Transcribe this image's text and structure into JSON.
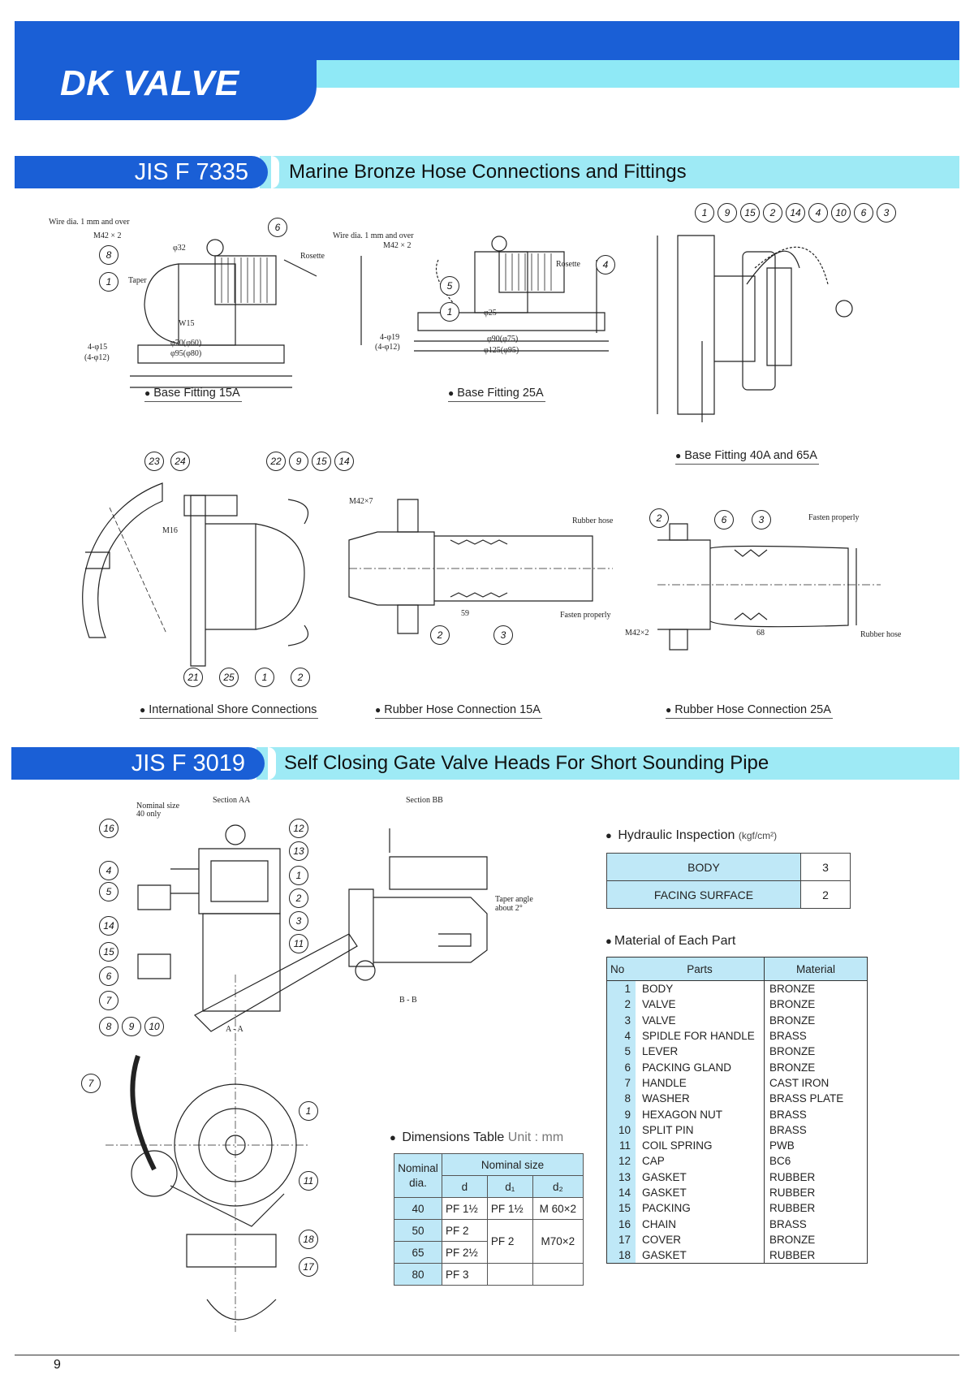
{
  "brand": "DK VALVE",
  "section1": {
    "code": "JIS F 7335",
    "title": "Marine Bronze Hose Connections and Fittings"
  },
  "section2": {
    "code": "JIS F 3019",
    "title": "Self Closing Gate Valve Heads For Short Sounding Pipe"
  },
  "captions": {
    "base15": "Base Fitting 15A",
    "base25": "Base Fitting 25A",
    "base40": "Base Fitting 40A and 65A",
    "shore": "International Shore Connections",
    "hose15": "Rubber Hose Connection 15A",
    "hose25": "Rubber Hose Connection 25A"
  },
  "drawing_notes": {
    "wire1": "Wire dia. 1 mm and over",
    "wire2": "Wire dia. 1 mm and over",
    "m42": "M42 × 2",
    "rosette1": "Rosette",
    "rosette2": "Rosette",
    "phi32": "φ32",
    "taper": "Taper",
    "w15": "W15",
    "d70": "φ70(φ60)",
    "d95": "φ95(φ80)",
    "holes1": "4-φ15",
    "holes1b": "(4-φ12)",
    "d25": "φ25",
    "d90": "φ90(φ75)",
    "d125": "φ125(φ95)",
    "holes2": "4-φ19",
    "holes2b": "(4-φ12)",
    "rubber1": "Rubber hose",
    "fasten1": "Fasten properly",
    "fasten2": "Fasten properly",
    "rubber2": "Rubber hose",
    "m42x7": "M42×7",
    "m42x2": "M42×2",
    "len59": "59",
    "len68": "68",
    "secAA": "Section AA",
    "secBB": "Section BB",
    "nominal40": "Nominal size 40 only",
    "taperAngle": "Taper angle about 2°",
    "bb": "B - B",
    "aa": "A - A"
  },
  "balloons": {
    "b15": [
      "6",
      "8",
      "1"
    ],
    "b25": [
      "4",
      "5",
      "1"
    ],
    "b40": [
      "1",
      "9",
      "15",
      "2",
      "14",
      "4",
      "10",
      "6",
      "3"
    ],
    "shore_top": [
      "23",
      "24",
      "22",
      "9",
      "15",
      "14"
    ],
    "shore_bottom": [
      "21",
      "25",
      "1",
      "2"
    ],
    "hose15": [
      "2",
      "3"
    ],
    "hose25": [
      "2",
      "6",
      "3"
    ],
    "valve_left": [
      "16",
      "4",
      "5",
      "14",
      "15",
      "6",
      "7",
      "8",
      "9",
      "10"
    ],
    "valve_right": [
      "12",
      "13",
      "1",
      "2",
      "3",
      "11"
    ],
    "valve_lower": [
      "7",
      "1",
      "11",
      "18",
      "17"
    ]
  },
  "hydraulic": {
    "heading": "Hydraulic Inspection",
    "unit": "(kgf/cm²)",
    "rows": [
      {
        "label": "BODY",
        "value": "3"
      },
      {
        "label": "FACING SURFACE",
        "value": "2"
      }
    ]
  },
  "materials": {
    "heading": "Material of Each Part",
    "headers": [
      "No",
      "Parts",
      "Material"
    ],
    "rows": [
      [
        "1",
        "BODY",
        "BRONZE"
      ],
      [
        "2",
        "VALVE",
        "BRONZE"
      ],
      [
        "3",
        "VALVE",
        "BRONZE"
      ],
      [
        "4",
        "SPIDLE FOR HANDLE",
        "BRASS"
      ],
      [
        "5",
        "LEVER",
        "BRONZE"
      ],
      [
        "6",
        "PACKING GLAND",
        "BRONZE"
      ],
      [
        "7",
        "HANDLE",
        "CAST IRON"
      ],
      [
        "8",
        "WASHER",
        "BRASS PLATE"
      ],
      [
        "9",
        "HEXAGON NUT",
        "BRASS"
      ],
      [
        "10",
        "SPLIT PIN",
        "BRASS"
      ],
      [
        "11",
        "COIL SPRING",
        "PWB"
      ],
      [
        "12",
        "CAP",
        "BC6"
      ],
      [
        "13",
        "GASKET",
        "RUBBER"
      ],
      [
        "14",
        "GASKET",
        "RUBBER"
      ],
      [
        "15",
        "PACKING",
        "RUBBER"
      ],
      [
        "16",
        "CHAIN",
        "BRASS"
      ],
      [
        "17",
        "COVER",
        "BRONZE"
      ],
      [
        "18",
        "GASKET",
        "RUBBER"
      ]
    ]
  },
  "dimensions": {
    "heading": "Dimensions Table",
    "unit": "Unit : mm",
    "nominal_dia": "Nominal dia.",
    "nominal_size": "Nominal size",
    "cols": [
      "d",
      "d₁",
      "d₂"
    ],
    "rows": [
      {
        "dia": "40",
        "d": "PF 1½",
        "d1": "PF 1½",
        "d2": "M 60×2"
      },
      {
        "dia": "50",
        "d": "PF 2",
        "d1": "",
        "d2": ""
      },
      {
        "dia": "65",
        "d": "PF 2½",
        "d1": "PF 2",
        "d2": "M70×2"
      },
      {
        "dia": "80",
        "d": "PF 3",
        "d1": "",
        "d2": ""
      }
    ]
  },
  "page_number": "9"
}
